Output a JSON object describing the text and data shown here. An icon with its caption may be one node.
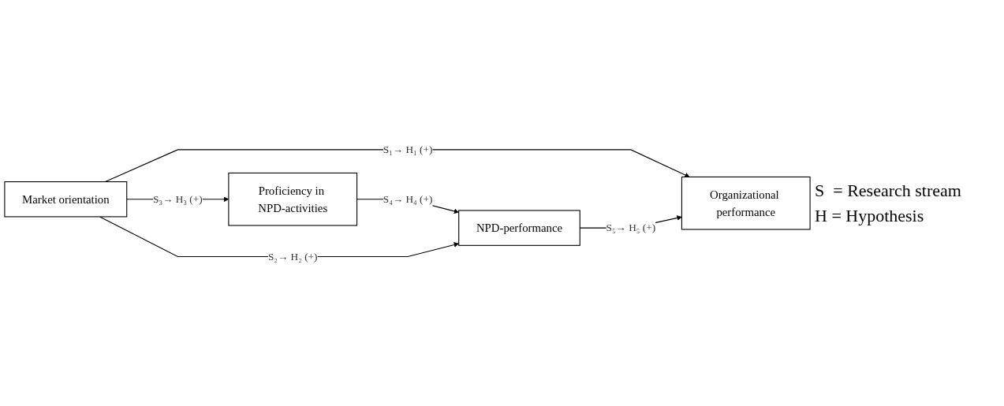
{
  "diagram": {
    "nodes": [
      {
        "text": [
          "Market orientation"
        ]
      },
      {
        "text": [
          "Proficiency in NPD-activities"
        ]
      },
      {
        "text": [
          "NPD-performance"
        ]
      },
      {
        "text": [
          "Organizational performance"
        ]
      }
    ],
    "edges": [
      {
        "from": 0,
        "to": 3,
        "arrow": "to",
        "label": "S₁→ H₁ (+)"
      },
      {
        "from": 0,
        "to": 1,
        "arrow": "to",
        "label": "S₃→ H₃ (+)"
      },
      {
        "from": 1,
        "to": 2,
        "arrow": "to",
        "label": "S₄→ H₄ (+)"
      },
      {
        "from": 2,
        "to": 3,
        "arrow": "to",
        "label": "S₅→ H₅ (+)"
      },
      {
        "from": 0,
        "to": 2,
        "arrow": "to",
        "label": "S₂→ H₂ (+)"
      }
    ],
    "labels": [
      "S  = Research stream",
      "H = Hypothesis"
    ]
  }
}
